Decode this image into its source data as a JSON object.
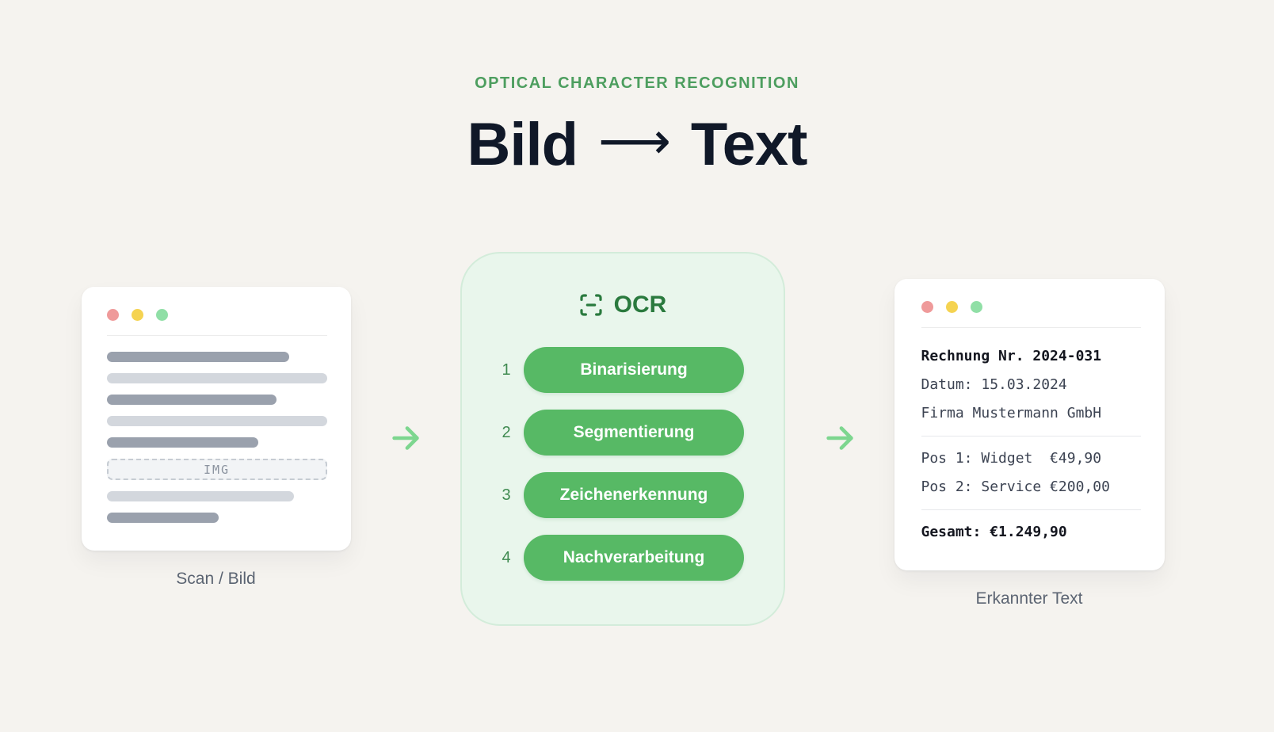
{
  "colors": {
    "accent_green": "#57b965",
    "panel_green_bg": "#e9f6ec",
    "panel_green_border": "#d3ecda",
    "dark_green_text": "#2a7a3e",
    "arrow_green": "#7dd68f",
    "eyebrow_green": "#4d9e5f",
    "title_dark": "#101828",
    "page_bg": "#f5f3ef",
    "dot_red": "#ef9a9a",
    "dot_yellow": "#f5d351",
    "dot_green": "#90dfa6"
  },
  "header": {
    "eyebrow": "OPTICAL CHARACTER RECOGNITION",
    "title_pre": "Bild",
    "title_arrow": "⟶",
    "title_post": "Text"
  },
  "scan_card": {
    "caption": "Scan / Bild",
    "img_placeholder": "IMG"
  },
  "ocr": {
    "title": "OCR",
    "icon": "scan-frame-icon",
    "steps": [
      {
        "num": "1",
        "label": "Binarisierung"
      },
      {
        "num": "2",
        "label": "Segmentierung"
      },
      {
        "num": "3",
        "label": "Zeichenerkennung"
      },
      {
        "num": "4",
        "label": "Nachverarbeitung"
      }
    ]
  },
  "invoice": {
    "caption": "Erkannter Text",
    "header_lines": [
      {
        "text": "Rechnung Nr. 2024-031",
        "bold": true
      },
      {
        "text": "Datum: 15.03.2024",
        "bold": false
      },
      {
        "text": "Firma Mustermann GmbH",
        "bold": false
      }
    ],
    "item_lines": [
      {
        "text": "Pos 1: Widget  €49,90"
      },
      {
        "text": "Pos 2: Service €200,00"
      }
    ],
    "total_line": "Gesamt: €1.249,90"
  }
}
